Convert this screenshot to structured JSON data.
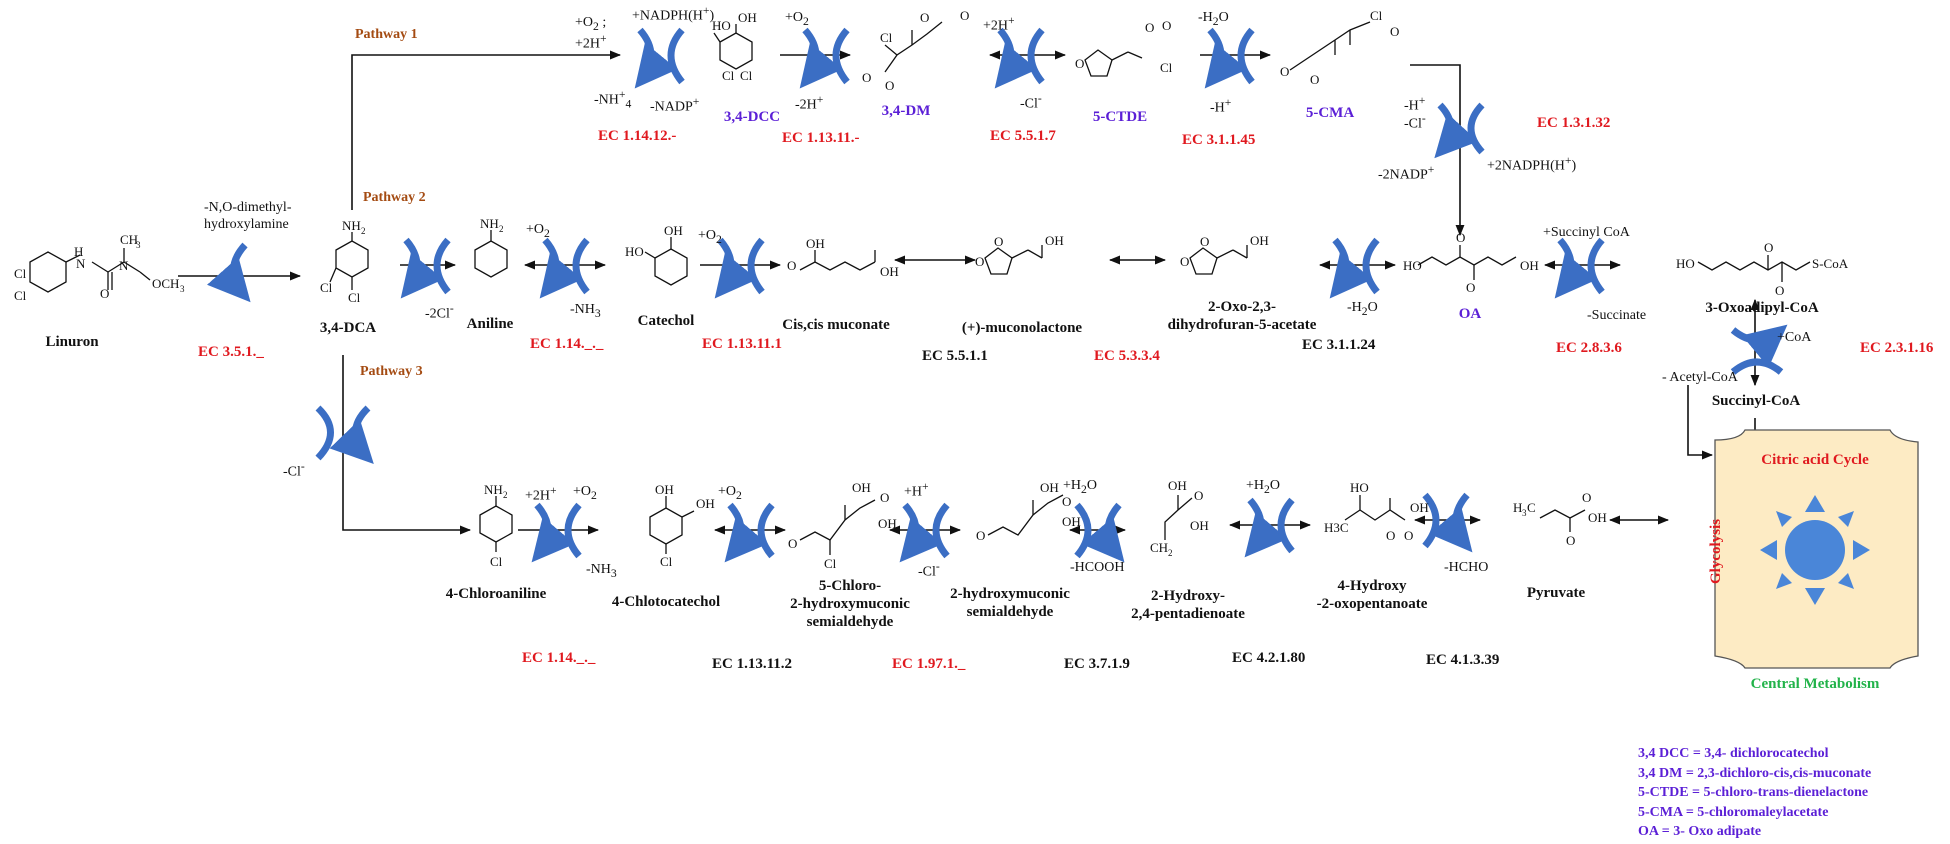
{
  "pathways": {
    "p1": "Pathway 1",
    "p2": "Pathway 2",
    "p3": "Pathway 3"
  },
  "compounds": {
    "linuron": "Linuron",
    "dca": "3,4-DCA",
    "dcc": "3,4-DCC",
    "dm": "3,4-DM",
    "ctde": "5-CTDE",
    "cma": "5-CMA",
    "aniline": "Aniline",
    "catechol": "Catechol",
    "ccm": "Cis,cis muconate",
    "mucon": "(+)-muconolactone",
    "oxo1": "2-Oxo-2,3-",
    "oxo2": "dihydrofuran-5-acetate",
    "oa": "OA",
    "oxoadipyl": "3-Oxoadipyl-CoA",
    "succinyl": "Succinyl-CoA",
    "chloroaniline": "4-Chloroaniline",
    "chlorocatechol": "4-Chlotocatechol",
    "chms1": "5-Chloro-",
    "chms2": "2-hydroxymuconic",
    "chms3": "semialdehyde",
    "hms1": "2-hydroxymuconic",
    "hms2": "semialdehyde",
    "hpd1": "2-Hydroxy-",
    "hpd2": "2,4-pentadienoate",
    "hop1": "4-Hydroxy",
    "hop2": "-2-oxopentanoate",
    "pyruvate": "Pyruvate"
  },
  "enzymes": {
    "e1": "EC  3.5.1._",
    "e2": "EC  1.14.12.-",
    "e3": "EC  1.13.11.-",
    "e4": "EC  5.5.1.7",
    "e5": "EC  3.1.1.45",
    "e6": "EC  1.3.1.32",
    "e7": "EC  1.14._._",
    "e8": "EC  1.13.11.1",
    "e9": "EC  5.5.1.1",
    "e10": "EC  5.3.3.4",
    "e11": "EC  3.1.1.24",
    "e12": "EC  2.8.3.6",
    "e13": "EC  2.3.1.16",
    "e14": "EC  1.14._._",
    "e15": "EC  1.13.11.2",
    "e16": "EC  1.97.1._",
    "e17": "EC  3.7.1.9",
    "e18": "EC  4.2.1.80",
    "e19": "EC  4.1.3.39"
  },
  "conditions": {
    "dmhydroxylamine1": "-N,O-dimethyl-",
    "dmhydroxylamine2": "hydroxylamine",
    "o2_2h": "+O",
    "o2_2h_b": "+2H",
    "nadph1": "+NADPH(H",
    "nh4": "-NH",
    "nadp1": "-NADP",
    "o2_dcc": "+O",
    "minus2h": "-2H",
    "plus2h": "+2H",
    "minuscl_ctde": "-Cl",
    "minush2o": "-H",
    "minush": "-H",
    "hcl_h": "-H",
    "hcl_cl": "-Cl",
    "nadp2": "-2NADP",
    "nadph2": "+2NADPH(H",
    "minus2cl": "-2Cl",
    "o2_an": "+O",
    "nh3_an": "-NH",
    "o2_cat": "+O",
    "h2o_oa": "-H",
    "succoa": "+Succinyl CoA",
    "succinate": "-Succinate",
    "acetylcoa": "- Acetyl-CoA",
    "pluscoa": "+CoA",
    "cl_p3": "-Cl",
    "o2_ca_2h": "+2H",
    "o2_ca": "+O",
    "nh3_ca": "-NH",
    "o2_cc": "+O",
    "h_chms": "+H",
    "cl_chms": "-Cl",
    "h2o_hms": "+H",
    "hcooh": "-HCOOH",
    "h2o_hpd": "+H",
    "hcho": "-HCHO"
  },
  "metabolism": {
    "tca": "Citric acid Cycle",
    "glyco": "Glycolysis",
    "central": "Central Metabolism"
  },
  "legend": [
    "3,4 DCC = 3,4- dichlorocatechol",
    "3,4 DM = 2,3-dichloro-cis,cis-muconate",
    "5-CTDE = 5-chloro-trans-dienelactone",
    "5-CMA = 5-chloromaleylacetate",
    "OA = 3- Oxo adipate"
  ],
  "colors": {
    "arc_arrow": "#3b6ec4",
    "ec_red": "#e0191f",
    "abbr": "#5b1fd6",
    "pathway": "#a44b12",
    "tca_fill": "#fdebc4",
    "sun": "#4a86d8",
    "central_green": "#22b34a",
    "tca_red": "#e0191f"
  }
}
